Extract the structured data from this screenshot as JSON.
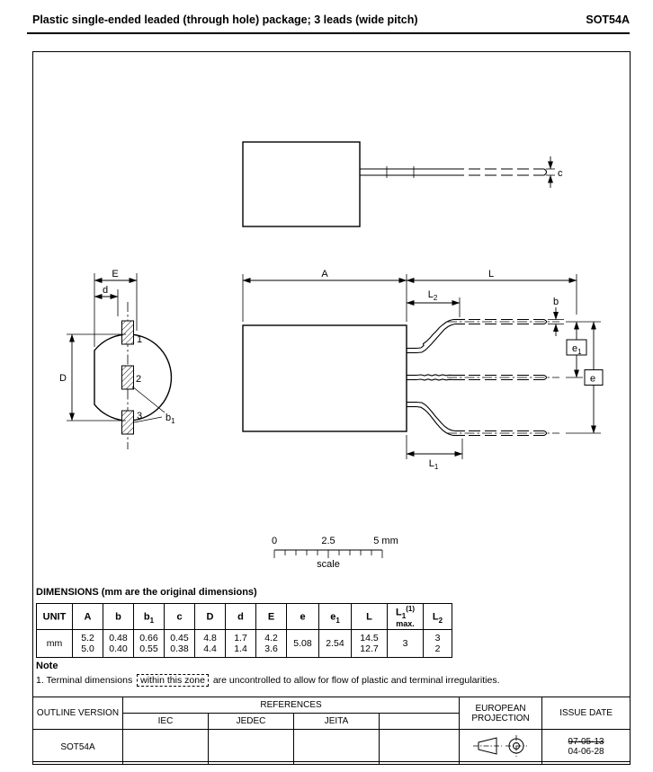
{
  "header": {
    "title": "Plastic single-ended leaded (through hole) package; 3 leads (wide pitch)",
    "package_code": "SOT54A"
  },
  "drawing": {
    "labels": {
      "c": "c",
      "E": "E",
      "d": "d",
      "D": "D",
      "pin1": "1",
      "pin2": "2",
      "pin3": "3",
      "b1_main": "b",
      "b1_sub": "1",
      "A": "A",
      "L": "L",
      "L2_main": "L",
      "L2_sub": "2",
      "L1_main": "L",
      "L1_sub": "1",
      "b": "b",
      "e1_main": "e",
      "e1_sub": "1",
      "e": "e"
    },
    "scale_bar": {
      "zero": "0",
      "mid": "2.5",
      "end": "5 mm",
      "caption": "scale"
    }
  },
  "dimensions": {
    "title": "DIMENSIONS (mm are the original dimensions)",
    "columns": [
      {
        "main": "UNIT"
      },
      {
        "main": "A"
      },
      {
        "main": "b"
      },
      {
        "main": "b",
        "sub": "1"
      },
      {
        "main": "c"
      },
      {
        "main": "D"
      },
      {
        "main": "d"
      },
      {
        "main": "E"
      },
      {
        "main": "e"
      },
      {
        "main": "e",
        "sub": "1"
      },
      {
        "main": "L"
      },
      {
        "main": "L",
        "sub": "1",
        "sup": "(1)",
        "note": "max."
      },
      {
        "main": "L",
        "sub": "2"
      }
    ],
    "values": [
      [
        "mm"
      ],
      [
        "5.2",
        "5.0"
      ],
      [
        "0.48",
        "0.40"
      ],
      [
        "0.66",
        "0.55"
      ],
      [
        "0.45",
        "0.38"
      ],
      [
        "4.8",
        "4.4"
      ],
      [
        "1.7",
        "1.4"
      ],
      [
        "4.2",
        "3.6"
      ],
      [
        "5.08"
      ],
      [
        "2.54"
      ],
      [
        "14.5",
        "12.7"
      ],
      [
        "3"
      ],
      [
        "3",
        "2"
      ]
    ]
  },
  "note": {
    "heading": "Note",
    "item_pre": "1. Terminal dimensions",
    "item_boxed": "within this zone",
    "item_post": "are uncontrolled to allow for flow of plastic and terminal irregularities."
  },
  "footer": {
    "outline_version_label": "OUTLINE VERSION",
    "references_label": "REFERENCES",
    "ref_columns": [
      "IEC",
      "JEDEC",
      "JEITA",
      ""
    ],
    "european_projection_label": "EUROPEAN PROJECTION",
    "issue_date_label": "ISSUE DATE",
    "outline_version_value": "SOT54A",
    "issue_date_old": "97-05-13",
    "issue_date_new": "04-06-28"
  }
}
